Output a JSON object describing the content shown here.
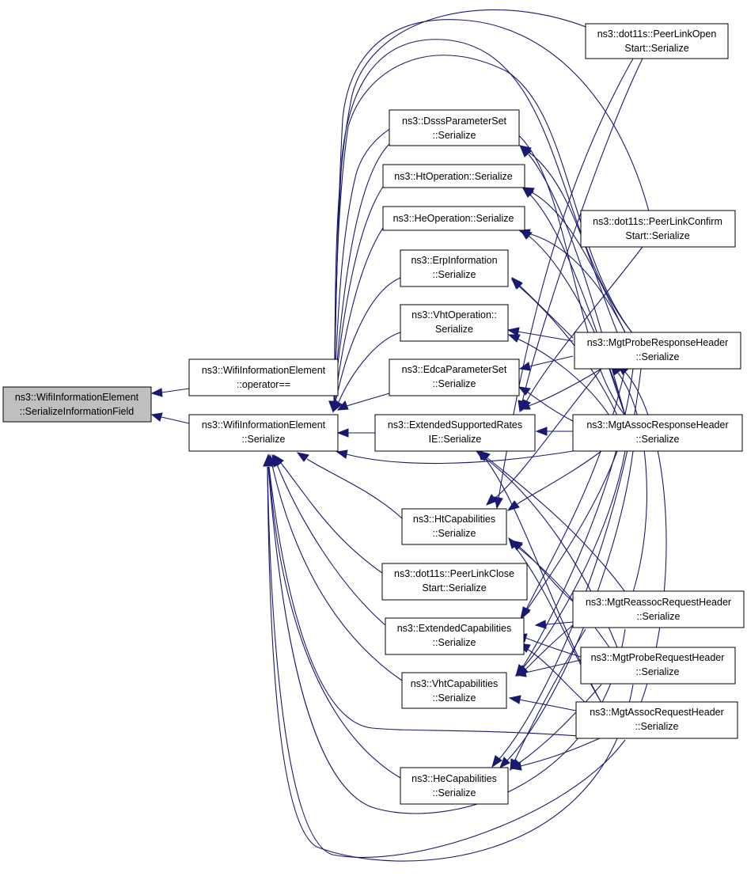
{
  "colors": {
    "edge": "#191970",
    "node_border": "#000000",
    "focus_fill": "#bfbfbf",
    "node_fill": "#ffffff"
  },
  "nodes": {
    "root": {
      "lines": [
        "ns3::WifiInformationElement",
        "::SerializeInformationField"
      ]
    },
    "opeq": {
      "lines": [
        "ns3::WifiInformationElement",
        "::operator=="
      ]
    },
    "ser": {
      "lines": [
        "ns3::WifiInformationElement",
        "::Serialize"
      ]
    },
    "dsss": {
      "lines": [
        "ns3::DsssParameterSet",
        "::Serialize"
      ]
    },
    "htop": {
      "lines": [
        "ns3::HtOperation::Serialize"
      ]
    },
    "heop": {
      "lines": [
        "ns3::HeOperation::Serialize"
      ]
    },
    "erp": {
      "lines": [
        "ns3::ErpInformation",
        "::Serialize"
      ]
    },
    "vhtop": {
      "lines": [
        "ns3::VhtOperation::",
        "Serialize"
      ]
    },
    "edca": {
      "lines": [
        "ns3::EdcaParameterSet",
        "::Serialize"
      ]
    },
    "ext": {
      "lines": [
        "ns3::ExtendedSupportedRates",
        "IE::Serialize"
      ]
    },
    "htcap": {
      "lines": [
        "ns3::HtCapabilities",
        "::Serialize"
      ]
    },
    "plclose": {
      "lines": [
        "ns3::dot11s::PeerLinkClose",
        "Start::Serialize"
      ]
    },
    "extcap": {
      "lines": [
        "ns3::ExtendedCapabilities",
        "::Serialize"
      ]
    },
    "vhtcap": {
      "lines": [
        "ns3::VhtCapabilities",
        "::Serialize"
      ]
    },
    "hecap": {
      "lines": [
        "ns3::HeCapabilities",
        "::Serialize"
      ]
    },
    "plopen": {
      "lines": [
        "ns3::dot11s::PeerLinkOpen",
        "Start::Serialize"
      ]
    },
    "plconfirm": {
      "lines": [
        "ns3::dot11s::PeerLinkConfirm",
        "Start::Serialize"
      ]
    },
    "probresp": {
      "lines": [
        "ns3::MgtProbeResponseHeader",
        "::Serialize"
      ]
    },
    "assocresp": {
      "lines": [
        "ns3::MgtAssocResponseHeader",
        "::Serialize"
      ]
    },
    "reassoc": {
      "lines": [
        "ns3::MgtReassocRequestHeader",
        "::Serialize"
      ]
    },
    "probreq": {
      "lines": [
        "ns3::MgtProbeRequestHeader",
        "::Serialize"
      ]
    },
    "assocreq": {
      "lines": [
        "ns3::MgtAssocRequestHeader",
        "::Serialize"
      ]
    }
  }
}
